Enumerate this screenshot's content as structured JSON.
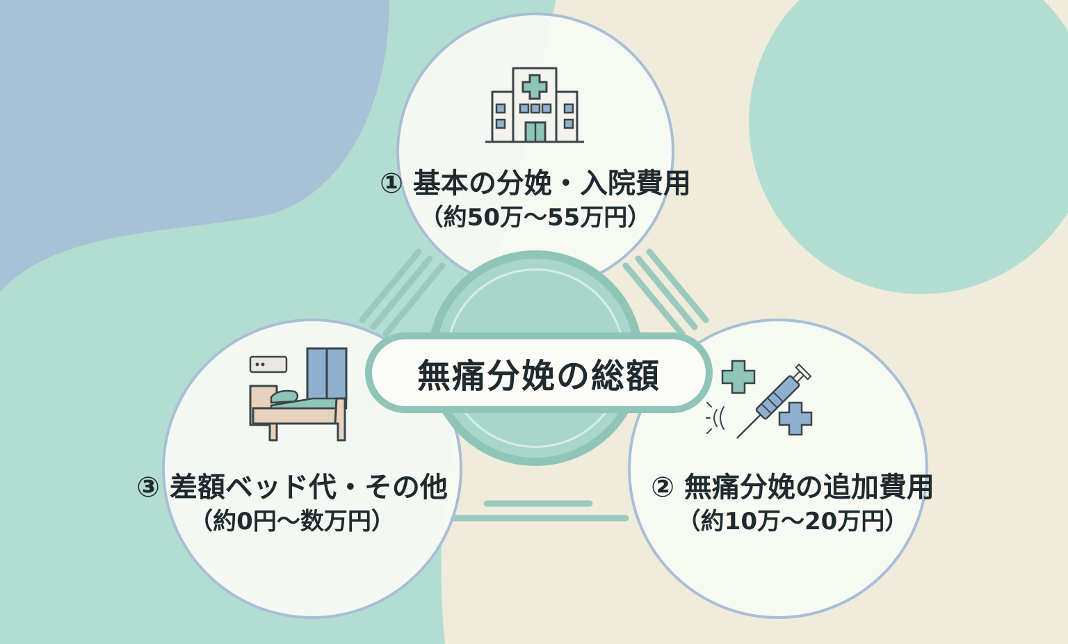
{
  "colors": {
    "mint": "#b4ddd2",
    "blue": "#a7c2d6",
    "cream": "#f0ecdc",
    "teal_ring": "#8fc5b6",
    "bubble_border": "#a8bfd6",
    "text": "#1f2a2e",
    "icon_fill": "#8fc5b6",
    "icon_blue": "#8fb0ce"
  },
  "center": {
    "title": "無痛分娩の総額"
  },
  "components": [
    {
      "id": "basic",
      "title": "① 基本の分娩・入院費用",
      "range": "（約50万～55万円）",
      "icon": "hospital-icon"
    },
    {
      "id": "epidural",
      "title": "② 無痛分娩の追加費用",
      "range": "（約10万～20万円）",
      "icon": "syringe-icon"
    },
    {
      "id": "room",
      "title": "③ 差額ベッド代・その他",
      "range": "（約0円～数万円）",
      "icon": "bed-icon"
    }
  ]
}
